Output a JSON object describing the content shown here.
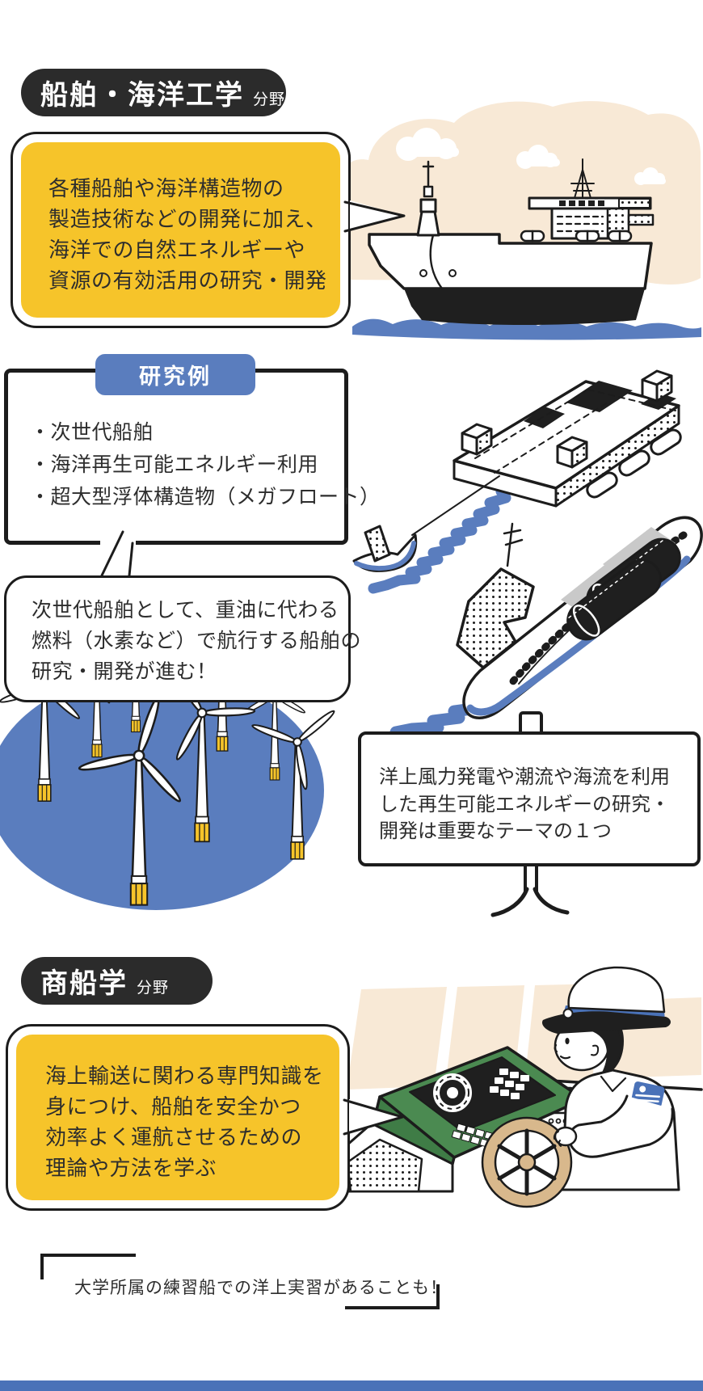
{
  "colors": {
    "accent_yellow": "#F6C42A",
    "accent_blue": "#5A7DBE",
    "badge_dark": "#2B2B2B",
    "beige": "#F8E9D6",
    "console_green": "#4B8A51",
    "wheel_tan": "#D8B88C",
    "ink": "#1C1C1C"
  },
  "ship_marine": {
    "badge": {
      "title": "船舶・海洋工学",
      "suffix": "分野"
    },
    "bubble_lines": [
      "各種船舶や海洋構造物の",
      "製造技術などの開発に加え、",
      "海洋での自然エネルギーや",
      "資源の有効活用の研究・開発"
    ]
  },
  "research": {
    "badge_label": "研究例",
    "items": [
      "・次世代船舶",
      "・海洋再生可能エネルギー利用",
      "・超大型浮体構造物（メガフロート）"
    ]
  },
  "next_gen_callout": {
    "lines": [
      "次世代船舶として、重油に代わる",
      "燃料（水素など）で航行する船舶の",
      "研究・開発が進む！"
    ]
  },
  "offshore_board": {
    "lines": [
      "洋上風力発電や潮流や海流を利用",
      "した再生可能エネルギーの研究・",
      "開発は重要なテーマの１つ"
    ]
  },
  "merchant": {
    "badge": {
      "title": "商船学",
      "suffix": "分野"
    },
    "bubble_lines": [
      "海上輸送に関わる専門知識を",
      "身につけ、船舶を安全かつ",
      "効率よく運航させるための",
      "理論や方法を学ぶ"
    ]
  },
  "footer": {
    "note": "大学所属の練習船での洋上実習があることも！"
  },
  "illustrations": [
    "cargo-ship",
    "megafloat",
    "tugboat",
    "hydrogen-ship",
    "offshore-wind-farm",
    "whiteboard",
    "bridge-captain"
  ]
}
